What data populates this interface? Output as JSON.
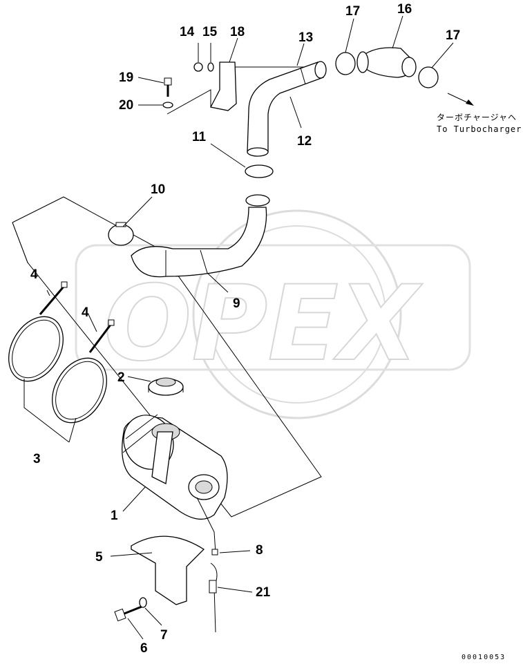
{
  "watermark": "OPEX",
  "drawing_code": "00010053",
  "note": {
    "jp": "ターボチャージャヘ",
    "en": "To Turbocharger"
  },
  "callouts": [
    "1",
    "2",
    "3",
    "4",
    "4",
    "5",
    "6",
    "7",
    "8",
    "9",
    "10",
    "11",
    "12",
    "13",
    "14",
    "15",
    "16",
    "17",
    "17",
    "18",
    "19",
    "20",
    "21"
  ]
}
